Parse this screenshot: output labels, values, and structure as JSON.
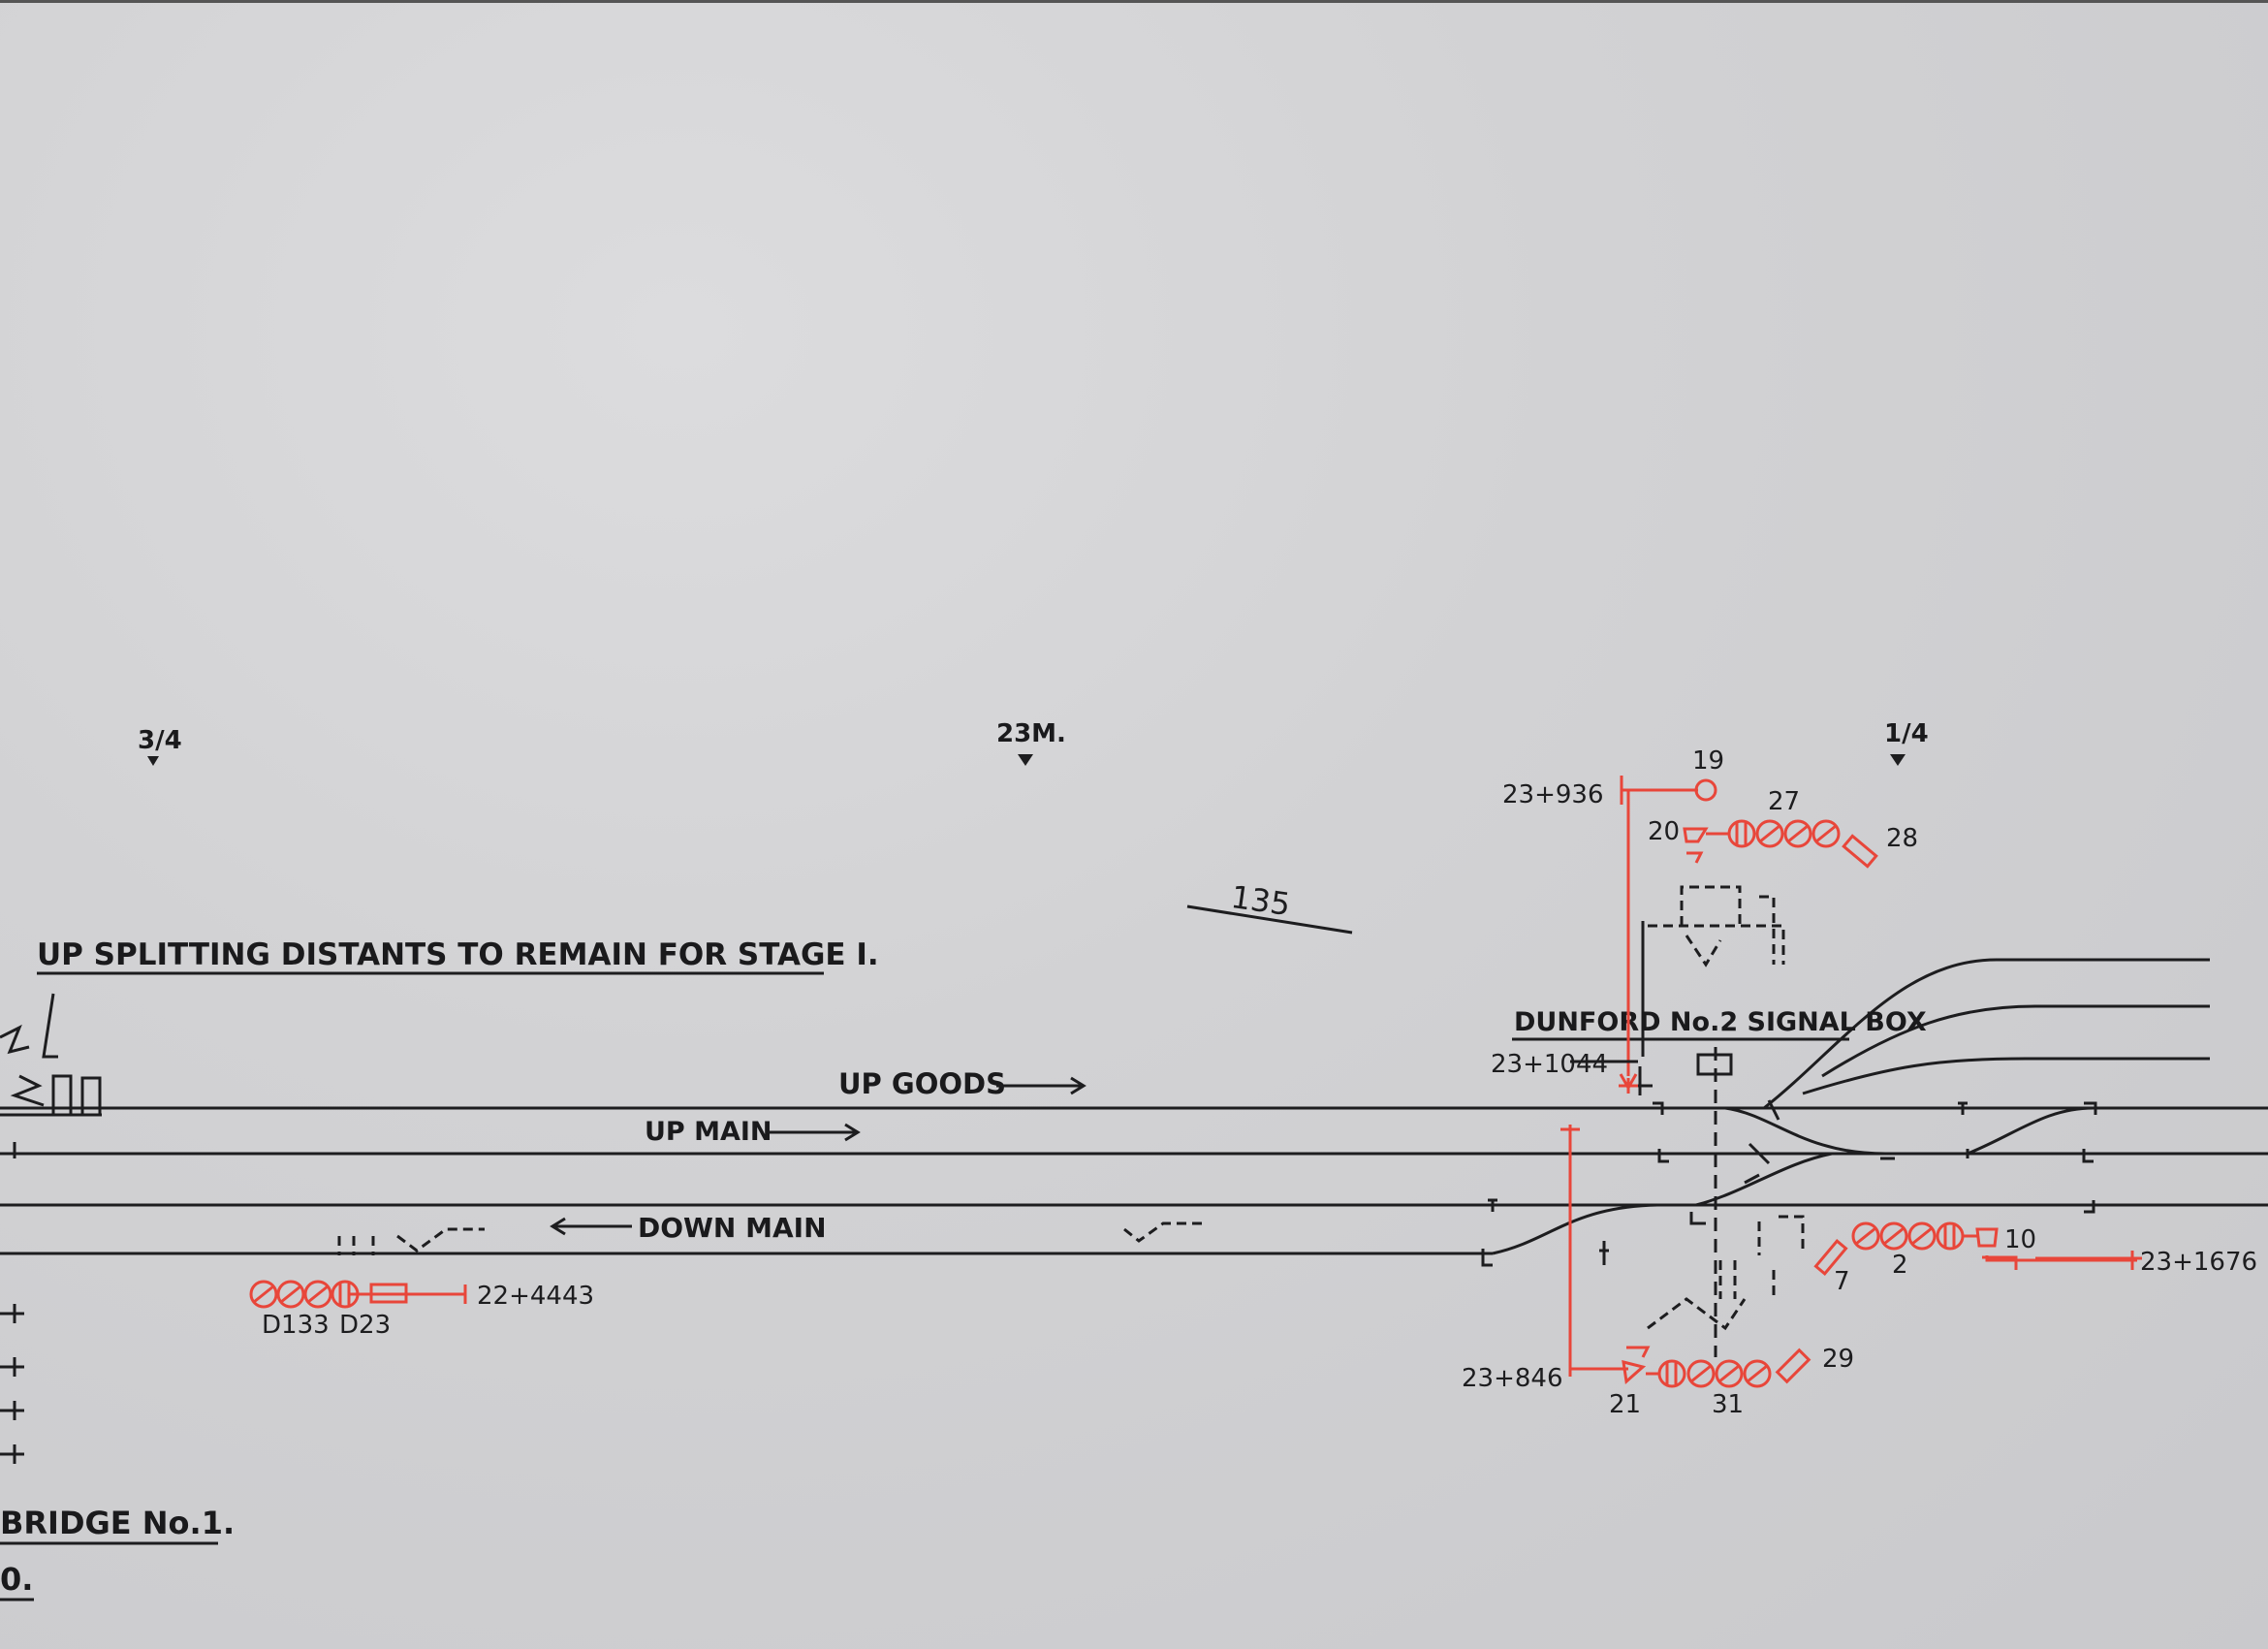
{
  "colors": {
    "ink": "#1d1d1f",
    "signal_red": "#e8463a",
    "paper": "#d2d2d4"
  },
  "mileposts": {
    "three_quarter": "3/4",
    "m23": "23M.",
    "quarter": "1/4"
  },
  "plan_number": "135",
  "note": "UP SPLITTING DISTANTS TO REMAIN FOR STAGE I.",
  "signal_box": "DUNFORD No.2 SIGNAL BOX",
  "lines": {
    "up_goods": "UP GOODS",
    "up_main": "UP MAIN",
    "down_main": "DOWN MAIN"
  },
  "bottom_left": {
    "bridge": "BRIDGE No.1.",
    "fragment": "0."
  },
  "chainages": {
    "c936": "23+936",
    "c1044": "23+1044",
    "c4443": "22+4443",
    "c846": "23+846",
    "c1676": "23+1676"
  },
  "signal_labels": {
    "s19": "19",
    "s20": "20",
    "s27": "27",
    "s28": "28",
    "s10": "10",
    "s2": "2",
    "s7": "7",
    "s21": "21",
    "s31": "31",
    "s29": "29",
    "d133": "D133",
    "d23": "D23"
  }
}
